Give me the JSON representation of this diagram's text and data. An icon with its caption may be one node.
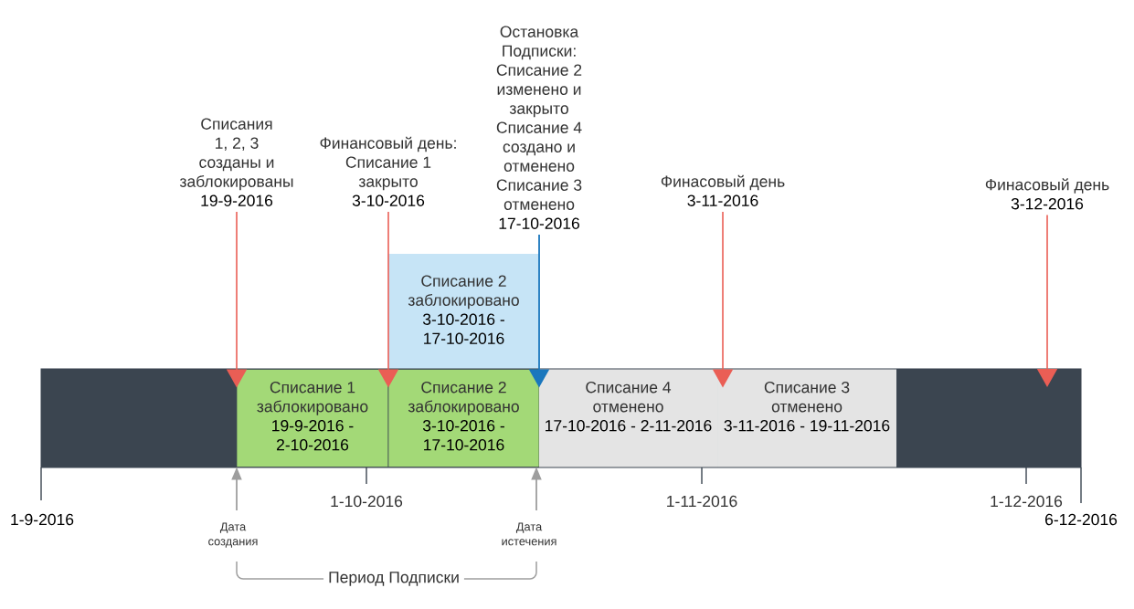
{
  "diagram": {
    "nodes": [
      {
        "text": [
          "Списания 1, 2, 3 созданы и заблокированы",
          "19-9-2016"
        ]
      },
      {
        "text": [
          "Финансовый день: Списание 1 закрыто",
          "3-10-2016"
        ]
      },
      {
        "text": [
          "Остановка Подписки: Списание 2 изменено и закрыто Списание 4 создано и отменено Списание 3 отменено",
          "17-10-2016"
        ]
      },
      {
        "text": [
          "Финасовый день",
          "3-11-2016"
        ]
      },
      {
        "text": [
          "Финасовый день",
          "3-12-2016"
        ]
      },
      {
        "text": [
          "Списание 2 заблокировано",
          "3-10-2016 - 17-10-2016"
        ]
      },
      {
        "text": [],
        "shape": "bar"
      },
      {
        "text": [
          "Списание 1 заблокировано",
          "19-9-2016 - 2-10-2016"
        ],
        "in": 6
      },
      {
        "text": [
          "Списание 2 заблокировано",
          "3-10-2016 - 17-10-2016"
        ],
        "in": 6
      },
      {
        "text": [
          "Списание 4 отменено",
          "17-10-2016 - 2-11-2016"
        ],
        "in": 6
      },
      {
        "text": [
          "Списание 3 отменено",
          "3-11-2016 - 19-11-2016"
        ],
        "in": 6
      },
      {
        "text": [
          "Дата создания"
        ]
      },
      {
        "text": [
          "Дата истечения"
        ]
      }
    ],
    "edges": [
      {
        "from": 0,
        "to": 7,
        "arrow": "to"
      },
      {
        "from": 1,
        "to": 8,
        "arrow": "to"
      },
      {
        "from": 2,
        "to": 9,
        "arrow": "to",
        "color": "#1a77bd"
      },
      {
        "from": 3,
        "to": 10,
        "arrow": "to"
      },
      {
        "from": 4,
        "to": 6,
        "arrow": "to"
      },
      {
        "from": 11,
        "to": 7,
        "arrow": "to",
        "color": "#9e9e9e"
      },
      {
        "from": 12,
        "to": 8,
        "arrow": "to",
        "color": "#9e9e9e"
      }
    ],
    "labels": [
      "1-9-2016",
      "1-10-2016",
      "1-11-2016",
      "1-12-2016",
      "6-12-2016",
      "Период Подписки"
    ]
  }
}
